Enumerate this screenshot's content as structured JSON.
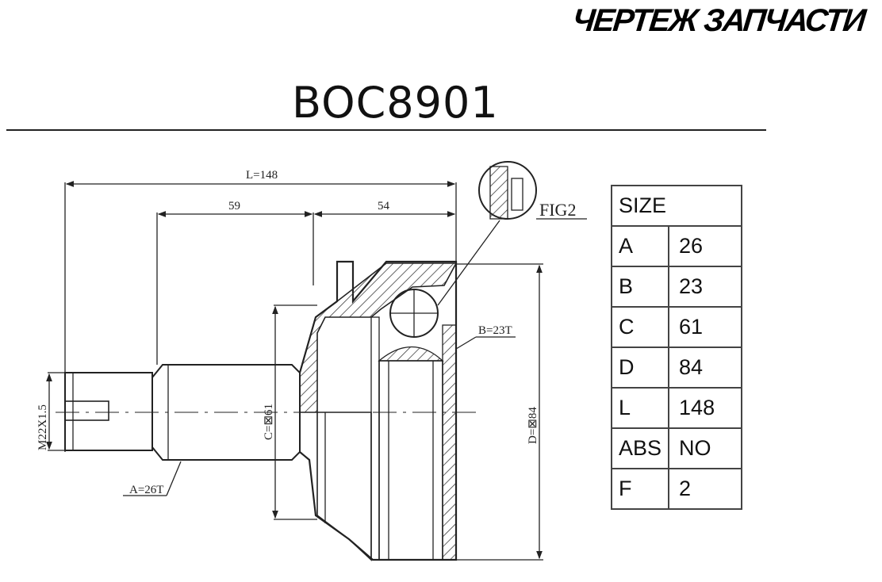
{
  "banner": "ЧЕРТЕЖ ЗАПЧАСТИ",
  "part_number": "BOC8901",
  "dimensions": {
    "overall_length": "L=148",
    "left_segment": "59",
    "right_segment": "54",
    "thread": "M22X1.5",
    "spline_a": "A=26T",
    "spline_b": "B=23T",
    "dia_c": "C=⊠61",
    "dia_d": "D=⊠84",
    "fig_label": "FIG2"
  },
  "size_table": {
    "header": "SIZE",
    "rows": [
      {
        "key": "A",
        "value": "26"
      },
      {
        "key": "B",
        "value": "23"
      },
      {
        "key": "C",
        "value": "61"
      },
      {
        "key": "D",
        "value": "84"
      },
      {
        "key": "L",
        "value": "148"
      },
      {
        "key": "ABS",
        "value": "NO"
      },
      {
        "key": "F",
        "value": "2"
      }
    ]
  },
  "colors": {
    "line": "#222222",
    "hatch": "#333333"
  }
}
